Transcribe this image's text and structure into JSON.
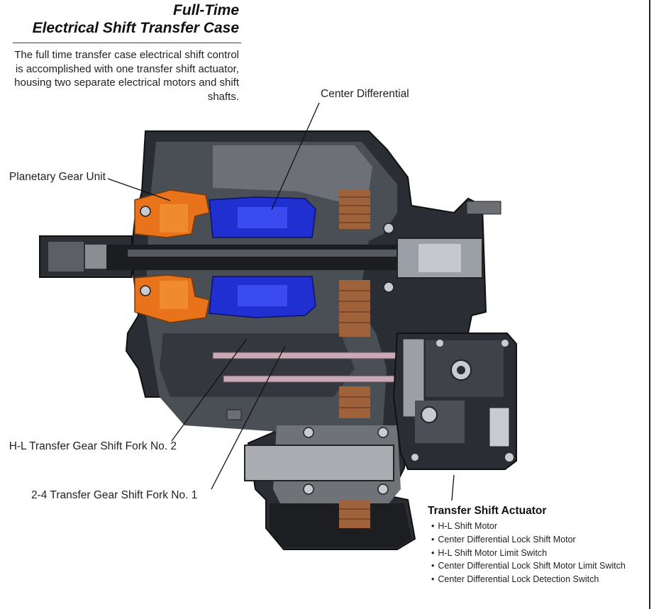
{
  "header": {
    "title_line1": "Full-Time",
    "title_line2": "Electrical Shift Transfer Case",
    "description": "The full time transfer case electrical shift control is accomplished with one transfer shift actuator, housing two separate electrical motors and shift shafts."
  },
  "callouts": {
    "center_differential": "Center Differential",
    "planetary_gear_unit": "Planetary Gear Unit",
    "shift_fork_2": "H-L Transfer Gear Shift Fork No. 2",
    "shift_fork_1": "2-4 Transfer Gear Shift Fork No. 1"
  },
  "actuator": {
    "title": "Transfer Shift Actuator",
    "items": [
      "H-L Shift Motor",
      "Center Differential Lock Shift Motor",
      "H-L Shift Motor Limit Switch",
      "Center Differential Lock Shift Motor Limit Switch",
      "Center Differential Lock Detection Switch"
    ]
  },
  "colors": {
    "housing_dark": "#2a2d33",
    "housing_gray": "#6f7378",
    "planetary_orange": "#e8731a",
    "differential_blue": "#1f2fd0",
    "clutch_brown": "#a0623a",
    "shift_rod_pink": "#c9a9b3"
  }
}
